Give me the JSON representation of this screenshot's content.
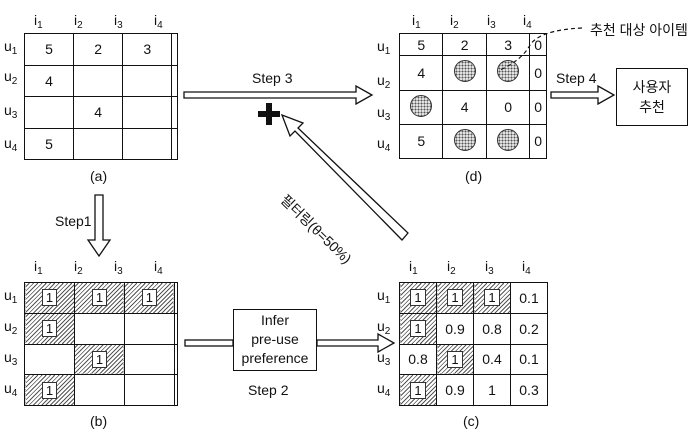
{
  "cols": [
    "i",
    "i",
    "i",
    "i"
  ],
  "col_subs": [
    "1",
    "2",
    "3",
    "4"
  ],
  "rows": [
    "u",
    "u",
    "u",
    "u"
  ],
  "row_subs": [
    "1",
    "2",
    "3",
    "4"
  ],
  "grid_a": [
    [
      "5",
      "2",
      "3",
      ""
    ],
    [
      "4",
      "",
      "",
      ""
    ],
    [
      "",
      "4",
      "",
      ""
    ],
    [
      "5",
      "",
      "",
      ""
    ]
  ],
  "grid_b": [
    [
      "1",
      "1",
      "1",
      ""
    ],
    [
      "1",
      "",
      "",
      ""
    ],
    [
      "",
      "1",
      "",
      ""
    ],
    [
      "1",
      "",
      "",
      ""
    ]
  ],
  "grid_c": [
    [
      "1",
      "1",
      "1",
      "0.1"
    ],
    [
      "1",
      "0.9",
      "0.8",
      "0.2"
    ],
    [
      "0.8",
      "1",
      "0.4",
      "0.1"
    ],
    [
      "1",
      "0.9",
      "1",
      "0.3"
    ]
  ],
  "grid_d": [
    [
      "5",
      "2",
      "3",
      "0"
    ],
    [
      "4",
      "•",
      "•",
      "0"
    ],
    [
      "•",
      "4",
      "0",
      "0"
    ],
    [
      "5",
      "•",
      "•",
      "0"
    ]
  ],
  "captions": {
    "a": "(a)",
    "b": "(b)",
    "c": "(c)",
    "d": "(d)"
  },
  "step1": "Step1",
  "step2": "Step 2",
  "step3": "Step 3",
  "step4": "Step 4",
  "infer_box": [
    "Infer",
    "pre-use",
    "preference"
  ],
  "filter_label": "필터링(θ=50%)",
  "recommend_target": "추천 대상 아이템",
  "user_rec_box": [
    "사용자",
    "추천"
  ],
  "plus": "+",
  "colors": {
    "line": "#111111",
    "hatch": "#555555"
  }
}
